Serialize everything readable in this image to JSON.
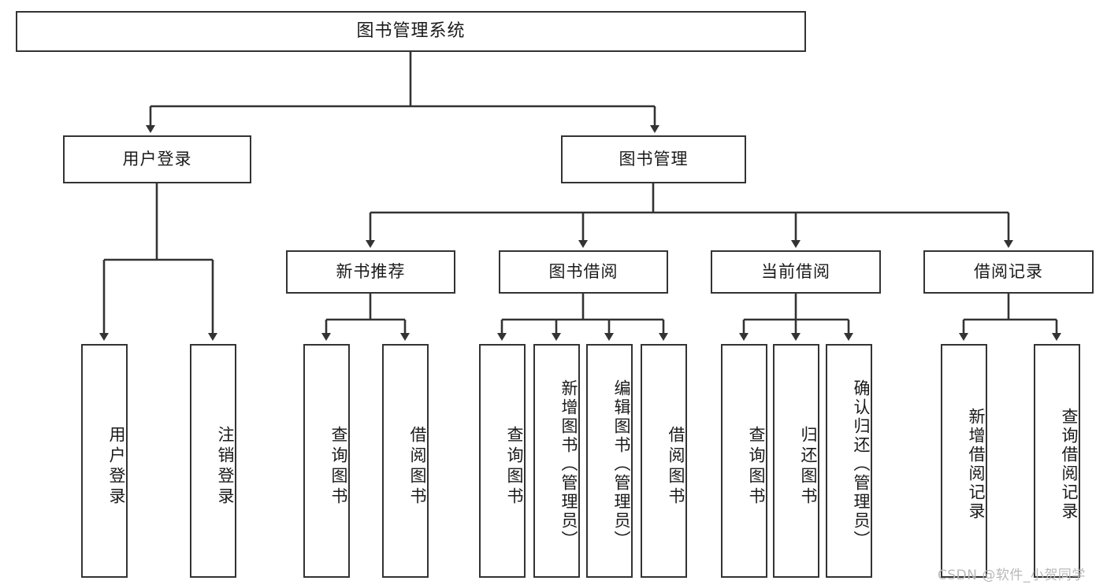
{
  "diagram": {
    "title": "图书管理系统",
    "type": "hierarchy-tree",
    "root": {
      "label": "图书管理系统"
    },
    "level2": [
      {
        "label": "用户登录"
      },
      {
        "label": "图书管理"
      }
    ],
    "level3": [
      {
        "label": "新书推荐"
      },
      {
        "label": "图书借阅"
      },
      {
        "label": "当前借阅"
      },
      {
        "label": "借阅记录"
      }
    ],
    "leaves": {
      "user_login": [
        {
          "label": "用户登录"
        },
        {
          "label": "注销登录"
        }
      ],
      "new_book_recommend": [
        {
          "label": "查询图书"
        },
        {
          "label": "借阅图书"
        }
      ],
      "book_borrow": [
        {
          "label": "查询图书"
        },
        {
          "label": "新增图书（管理员）"
        },
        {
          "label": "编辑图书（管理员）"
        },
        {
          "label": "借阅图书"
        }
      ],
      "current_borrow": [
        {
          "label": "查询图书"
        },
        {
          "label": "归还图书"
        },
        {
          "label": "确认归还（管理员）"
        }
      ],
      "borrow_record": [
        {
          "label": "新增借阅记录"
        },
        {
          "label": "查询借阅记录"
        }
      ]
    }
  },
  "watermark": {
    "text": "CSDN @软件_小贺同学"
  },
  "colors": {
    "border": "#333333",
    "text": "#1a1a1a",
    "background": "#ffffff",
    "watermark": "#b9b9b9"
  }
}
